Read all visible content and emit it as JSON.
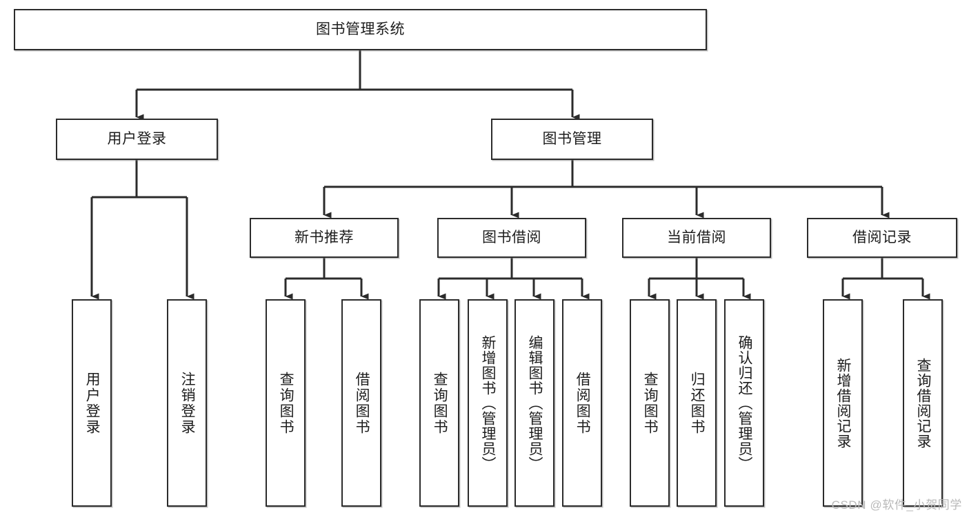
{
  "diagram": {
    "title": "图书管理系统",
    "type": "tree-hierarchy-chart",
    "root": {
      "label": "图书管理系统"
    },
    "level2": [
      {
        "label": "用户登录"
      },
      {
        "label": "图书管理"
      }
    ],
    "level3": [
      {
        "label": "新书推荐"
      },
      {
        "label": "图书借阅"
      },
      {
        "label": "当前借阅"
      },
      {
        "label": "借阅记录"
      }
    ],
    "leaves": {
      "user_login": [
        {
          "label": "用户登录"
        },
        {
          "label": "注销登录"
        }
      ],
      "new_book_recommend": [
        {
          "label": "查询图书"
        },
        {
          "label": "借阅图书"
        }
      ],
      "book_borrow": [
        {
          "label": "查询图书"
        },
        {
          "label": "新增图书（管理员）"
        },
        {
          "label": "编辑图书（管理员）"
        },
        {
          "label": "借阅图书"
        }
      ],
      "current_borrow": [
        {
          "label": "查询图书"
        },
        {
          "label": "归还图书"
        },
        {
          "label": "确认归还（管理员）"
        }
      ],
      "borrow_record": [
        {
          "label": "新增借阅记录"
        },
        {
          "label": "查询借阅记录"
        }
      ]
    }
  },
  "watermark": {
    "text": "CSDN @软件_小贺同学"
  },
  "colors": {
    "box_border": "#2b2b2b",
    "box_fill": "#ffffff",
    "text": "#1d1d1d",
    "connector": "#2b2b2b",
    "watermark": "#b9b9b9"
  }
}
